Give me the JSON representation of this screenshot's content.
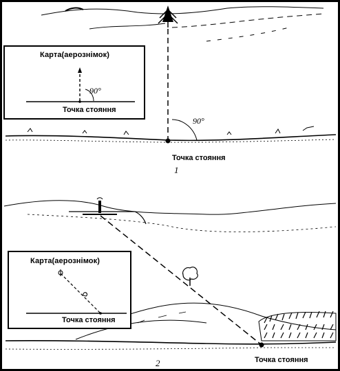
{
  "figure1": {
    "inset_title": "Карта(аерознімок)",
    "inset_angle": "90°",
    "inset_point_label": "Точка стояння",
    "scene_angle": "90°",
    "scene_point_label": "Точка стояння",
    "number": "1"
  },
  "figure2": {
    "inset_title": "Карта(аерознімок)",
    "inset_point_label": "Точка стояння",
    "scene_point_label": "Точка стояння",
    "number": "2"
  },
  "colors": {
    "ink": "#000000",
    "paper": "#ffffff"
  }
}
